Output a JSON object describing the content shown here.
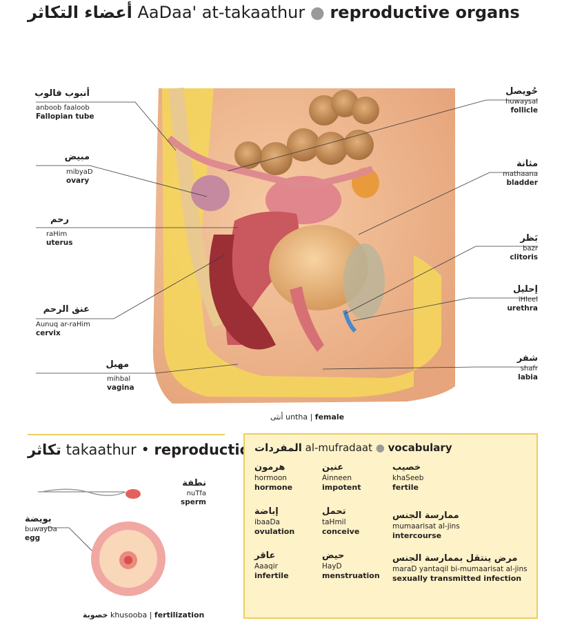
{
  "header": {
    "arabic": "أعضاء التكاثر",
    "translit": "AaDaa' at-takaathur",
    "english": "reproductive organs"
  },
  "labels_left": [
    {
      "ar": "أنبوب فالوب",
      "tr": "anboob faaloob",
      "en": "Fallopian tube"
    },
    {
      "ar": "مبيض",
      "tr": "mibyaD",
      "en": "ovary"
    },
    {
      "ar": "رحم",
      "tr": "raHim",
      "en": "uterus"
    },
    {
      "ar": "عنق الرحم",
      "tr": "Aunuq ar-raHim",
      "en": "cervix"
    },
    {
      "ar": "مهبل",
      "tr": "mihbal",
      "en": "vagina"
    }
  ],
  "labels_right": [
    {
      "ar": "حُويصل",
      "tr": "huwaysal",
      "en": "follicle"
    },
    {
      "ar": "مثانة",
      "tr": "mathaana",
      "en": "bladder"
    },
    {
      "ar": "بَظر",
      "tr": "bazr",
      "en": "clitoris"
    },
    {
      "ar": "إحليل",
      "tr": "iHleel",
      "en": "urethra"
    },
    {
      "ar": "شفر",
      "tr": "shafr",
      "en": "labia"
    }
  ],
  "caption": {
    "ar": "أنثى",
    "tr": "untha",
    "en": "female"
  },
  "reproduction": {
    "arabic": "تكاثر",
    "translit": "takaathur",
    "english": "reproduction",
    "sperm": {
      "ar": "نطفة",
      "tr": "nuTfa",
      "en": "sperm"
    },
    "egg": {
      "ar": "بويضة",
      "tr": "buwayDa",
      "en": "egg"
    },
    "fertilization": {
      "ar": "خصوبة",
      "tr": "khusooba",
      "en": "fertilization"
    }
  },
  "vocabulary": {
    "ar": "المفردات",
    "tr": "al-mufradaat",
    "en": "vocabulary",
    "items": [
      {
        "ar": "هرمون",
        "tr": "hormoon",
        "en": "hormone"
      },
      {
        "ar": "عنين",
        "tr": "Ainneen",
        "en": "impotent"
      },
      {
        "ar": "خصيب",
        "tr": "khaSeeb",
        "en": "fertile"
      },
      {
        "ar": "إباضة",
        "tr": "ibaaDa",
        "en": "ovulation"
      },
      {
        "ar": "تحمل",
        "tr": "taHmil",
        "en": "conceive"
      },
      {
        "ar": "ممارسة الجنس",
        "tr": "mumaarisat al-jins",
        "en": "intercourse"
      },
      {
        "ar": "عاقر",
        "tr": "Aaaqir",
        "en": "infertile"
      },
      {
        "ar": "حيض",
        "tr": "HayD",
        "en": "menstruation"
      },
      {
        "ar": "مرض ينتقل بممارسة الجنس",
        "tr": "maraD yantaqil bi-mumaarisat al-jins",
        "en": "sexually transmitted infection"
      }
    ]
  }
}
